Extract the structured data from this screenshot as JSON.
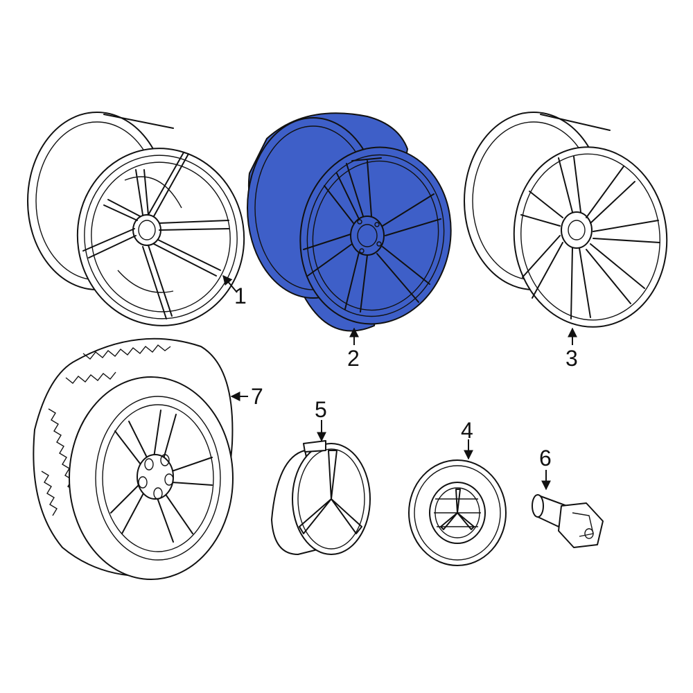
{
  "diagram": {
    "highlight_color": "#3e5fc8",
    "callouts": [
      {
        "id": "1",
        "label": "1"
      },
      {
        "id": "2",
        "label": "2"
      },
      {
        "id": "3",
        "label": "3"
      },
      {
        "id": "4",
        "label": "4"
      },
      {
        "id": "5",
        "label": "5"
      },
      {
        "id": "6",
        "label": "6"
      },
      {
        "id": "7",
        "label": "7"
      }
    ],
    "parts": [
      {
        "callout": "1",
        "icon": "wheel-rim-icon"
      },
      {
        "callout": "2",
        "icon": "wheel-rim-icon",
        "highlighted": true
      },
      {
        "callout": "3",
        "icon": "wheel-rim-icon"
      },
      {
        "callout": "4",
        "icon": "center-cap-icon"
      },
      {
        "callout": "5",
        "icon": "emblem-cap-icon"
      },
      {
        "callout": "6",
        "icon": "lug-bolt-icon"
      },
      {
        "callout": "7",
        "icon": "tire-wheel-icon"
      }
    ]
  }
}
